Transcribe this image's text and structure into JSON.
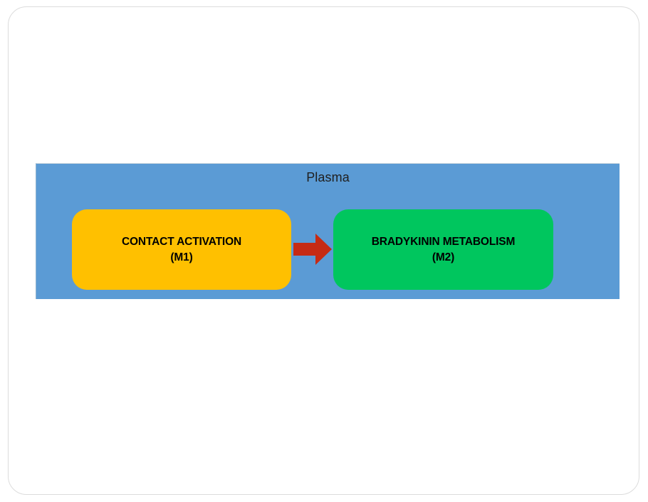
{
  "slide": {
    "background_color": "#FFFFFF",
    "border_color": "#DCDCDC"
  },
  "diagram": {
    "type": "flow",
    "container": {
      "label": "Plasma",
      "color": "#5B9BD5",
      "text_color": "#202020"
    },
    "nodes": [
      {
        "id": "M1",
        "title": "CONTACT ACTIVATION",
        "subtitle": "(M1)",
        "color": "#FFC000",
        "text_color": "#000000"
      },
      {
        "id": "M2",
        "title": "BRADYKININ METABOLISM",
        "subtitle": "(M2)",
        "color": "#00C65E",
        "text_color": "#000000"
      }
    ],
    "edges": [
      {
        "from": "M1",
        "to": "M2",
        "icon": "right-block-arrow-icon",
        "color": "#C62B14"
      }
    ]
  }
}
